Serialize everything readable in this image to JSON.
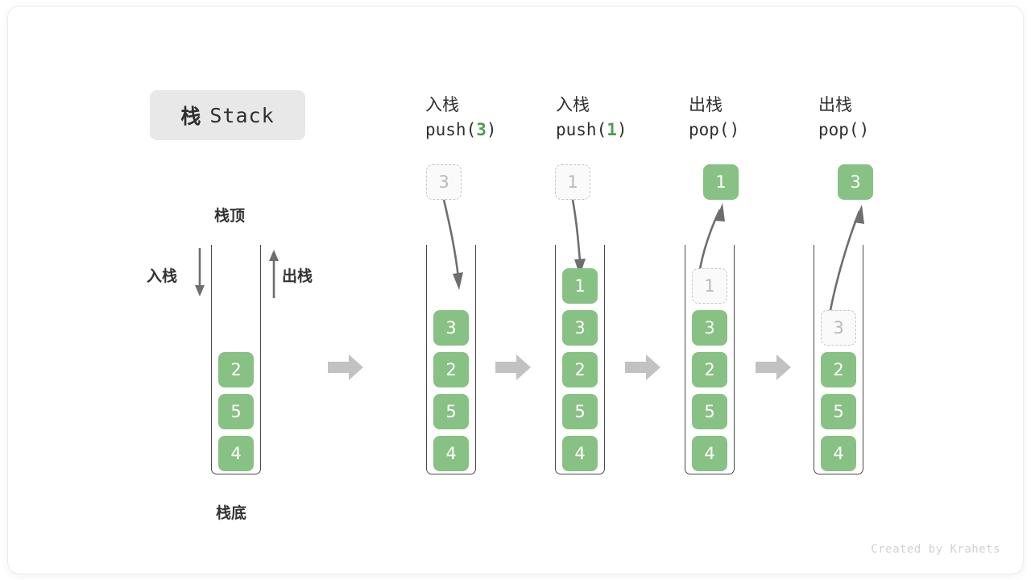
{
  "title": {
    "cn": "栈",
    "en": "Stack"
  },
  "labels": {
    "top": "栈顶",
    "bottom": "栈底",
    "push_side": "入栈",
    "pop_side": "出栈"
  },
  "footer": "Created by Krahets",
  "colors": {
    "cell_fill": "#87c183",
    "cell_text": "#ffffff",
    "ghost_fill": "#fafafa",
    "ghost_border": "#c6c6c6",
    "ghost_text": "#b9b9b9",
    "accent_green": "#4f9d52",
    "container_border": "#4a4a4a",
    "arrow_gray": "#6e6e6e",
    "block_arrow": "#c2c2c2",
    "badge_bg": "#e8e8e8",
    "text_dark": "#2f2f2f"
  },
  "columns": [
    {
      "id": "initial",
      "head_cn": "",
      "head_fn": "",
      "fn_prefix": "",
      "fn_arg": "",
      "fn_suffix": "",
      "floating": null,
      "cells": [
        {
          "value": "2",
          "state": "solid"
        },
        {
          "value": "5",
          "state": "solid"
        },
        {
          "value": "4",
          "state": "solid"
        }
      ]
    },
    {
      "id": "push-3",
      "head_cn": "入栈",
      "fn_prefix": "push(",
      "fn_arg": "3",
      "fn_suffix": ")",
      "floating": {
        "value": "3",
        "state": "ghost"
      },
      "cells": [
        {
          "value": "3",
          "state": "solid"
        },
        {
          "value": "2",
          "state": "solid"
        },
        {
          "value": "5",
          "state": "solid"
        },
        {
          "value": "4",
          "state": "solid"
        }
      ]
    },
    {
      "id": "push-1",
      "head_cn": "入栈",
      "fn_prefix": "push(",
      "fn_arg": "1",
      "fn_suffix": ")",
      "floating": {
        "value": "1",
        "state": "ghost"
      },
      "cells": [
        {
          "value": "1",
          "state": "solid"
        },
        {
          "value": "3",
          "state": "solid"
        },
        {
          "value": "2",
          "state": "solid"
        },
        {
          "value": "5",
          "state": "solid"
        },
        {
          "value": "4",
          "state": "solid"
        }
      ]
    },
    {
      "id": "pop-1",
      "head_cn": "出栈",
      "fn_prefix": "pop(",
      "fn_arg": "",
      "fn_suffix": ")",
      "floating": {
        "value": "1",
        "state": "solid"
      },
      "cells": [
        {
          "value": "1",
          "state": "ghost"
        },
        {
          "value": "3",
          "state": "solid"
        },
        {
          "value": "2",
          "state": "solid"
        },
        {
          "value": "5",
          "state": "solid"
        },
        {
          "value": "4",
          "state": "solid"
        }
      ]
    },
    {
      "id": "pop-2",
      "head_cn": "出栈",
      "fn_prefix": "pop(",
      "fn_arg": "",
      "fn_suffix": ")",
      "floating": {
        "value": "3",
        "state": "solid"
      },
      "cells": [
        {
          "value": "3",
          "state": "ghost"
        },
        {
          "value": "2",
          "state": "solid"
        },
        {
          "value": "5",
          "state": "solid"
        },
        {
          "value": "4",
          "state": "solid"
        }
      ]
    }
  ]
}
